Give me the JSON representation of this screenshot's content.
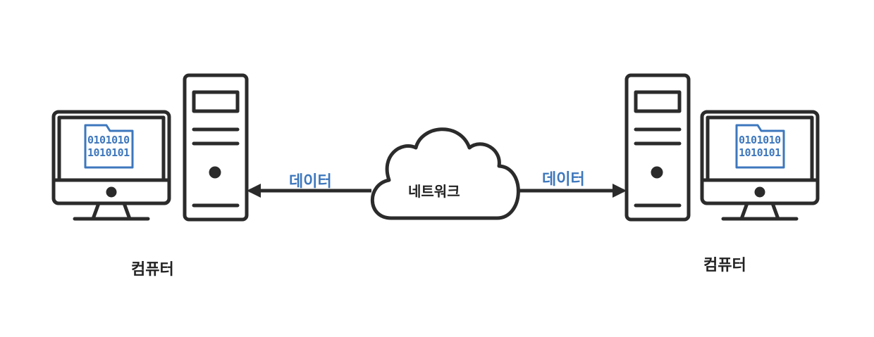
{
  "diagram": {
    "left_computer_label": "컴퓨터",
    "right_computer_label": "컴퓨터",
    "left_data_label": "데이터",
    "right_data_label": "데이터",
    "network_label": "네트워크",
    "binary_line_1": "0101010",
    "binary_line_2": "1010101"
  },
  "colors": {
    "stroke": "#2b2b2b",
    "accent": "#3d77bd",
    "background": "#ffffff"
  }
}
